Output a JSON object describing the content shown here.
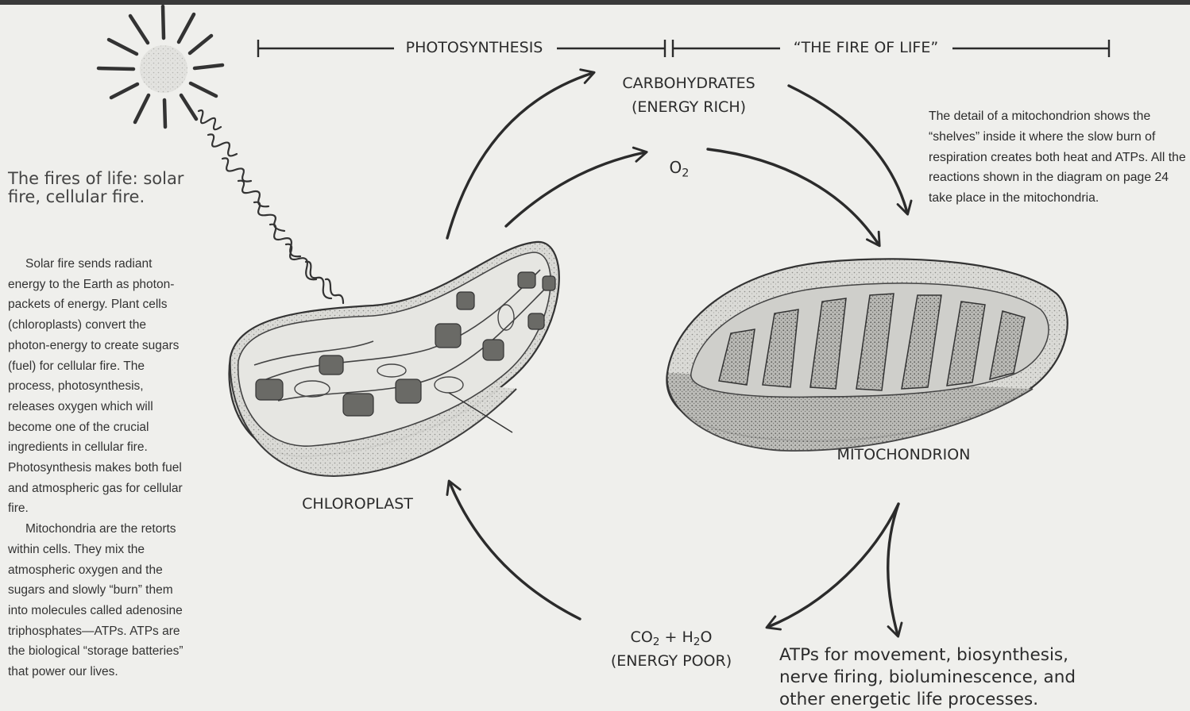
{
  "header": {
    "photosynthesis": "PHOTOSYNTHESIS",
    "fire_of_life": "“THE FIRE OF LIFE”"
  },
  "sidebar": {
    "title": "The fires of life: solar fire, cellular fire.",
    "paragraph_1": "Solar fire sends radiant energy to the Earth as photon-packets of energy. Plant cells (chloroplasts) convert the photon-energy to create sugars (fuel) for cellular fire. The process, photosynthesis, releases oxygen which will become one of the crucial ingredients in cellular fire. Photosynthesis makes both fuel and atmospheric gas for cellular fire.",
    "paragraph_2": "Mitochondria are the retorts within cells. They mix the atmospheric oxygen and the sugars and slowly “burn” them into molecules called adenosine triphosphates—ATPs. ATPs are the biological “storage batteries” that power our lives."
  },
  "caption": "The detail of a mitochondrion shows the “shelves” inside it where the slow burn of respiration creates both heat and ATPs. All the reactions shown in the diagram on page 24 take place in the mitochondria.",
  "labels": {
    "carbohydrates_line1": "CARBOHYDRATES",
    "carbohydrates_line2": "(ENERGY RICH)",
    "oxygen": "O",
    "oxygen_sub": "2",
    "chloroplast": "CHLOROPLAST",
    "mitochondrion": "MITOCHONDRION",
    "co2": "CO",
    "co2_sub": "2",
    "plus": " + H",
    "h2o_sub": "2",
    "o": "O",
    "energy_poor": "(ENERGY POOR)",
    "atps": "ATPs for movement, biosynthesis, nerve firing, bioluminescence, and other energetic life processes."
  },
  "colors": {
    "ink": "#2b2b2b",
    "background": "#efefec",
    "organelle_fill": "#d8d8d4",
    "organelle_dark": "#9a9a96"
  }
}
